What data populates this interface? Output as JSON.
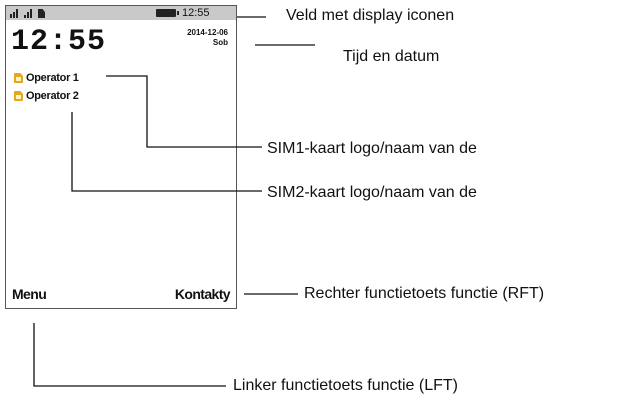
{
  "phone": {
    "status_bar": {
      "icons": [
        "signal-1-icon",
        "signal-2-icon",
        "document-icon",
        "battery-icon"
      ],
      "time": "12:55"
    },
    "clock": "12:55",
    "date": "2014-12-06",
    "day": "Sob",
    "operators": [
      "Operator 1",
      "Operator 2"
    ],
    "softkey_left": "Menu",
    "softkey_right": "Kontakty"
  },
  "callouts": {
    "display_icons": "Veld met display iconen",
    "time_date": "Tijd en datum",
    "sim1": "SIM1-kaart logo/naam van de",
    "sim2": "SIM2-kaart logo/naam van de",
    "rft": "Rechter functietoets functie (RFT)",
    "lft": "Linker functietoets functie (LFT)"
  },
  "colors": {
    "status_bar": "#c9c9c9",
    "sim_icon": "#e0a91f"
  }
}
